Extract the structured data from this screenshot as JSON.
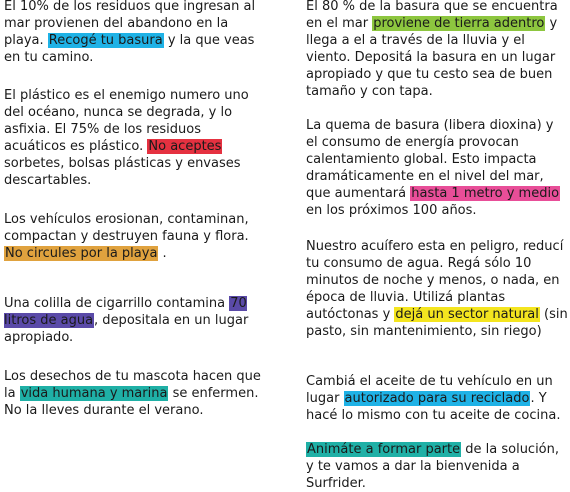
{
  "left": [
    {
      "segments": [
        {
          "text": "El 10% de los residuos que ingresan al mar provienen del abandono en la playa. "
        },
        {
          "text": "Recogé tu basura",
          "highlight": "blue"
        },
        {
          "text": " y la que veas en tu camino."
        }
      ]
    },
    {
      "segments": [
        {
          "text": "El plástico es el enemigo numero uno del océano, nunca se degrada, y lo asfixia. El 75% de los residuos acuáticos es plástico. "
        },
        {
          "text": "No aceptes",
          "highlight": "red"
        },
        {
          "text": " sorbetes, bolsas plásticas y envases descartables."
        }
      ]
    },
    {
      "segments": [
        {
          "text": "Los vehículos erosionan, contaminan, compactan y destruyen fauna y flora. "
        },
        {
          "text": "No circules por la playa",
          "highlight": "orange"
        },
        {
          "text": " ."
        }
      ]
    },
    {
      "segments": [
        {
          "text": "Una colilla de cigarrillo contamina "
        },
        {
          "text": "70 litros de agua",
          "highlight": "purple"
        },
        {
          "text": ", depositala en un lugar apropiado."
        }
      ]
    },
    {
      "segments": [
        {
          "text": "Los desechos de tu mascota hacen que la "
        },
        {
          "text": "vida humana y marina",
          "highlight": "teal"
        },
        {
          "text": " se enfermen. No la lleves durante el verano."
        }
      ]
    }
  ],
  "right": [
    {
      "segments": [
        {
          "text": "El 80 % de la basura que se encuentra en el mar "
        },
        {
          "text": "proviene de tierra adentro",
          "highlight": "green"
        },
        {
          "text": " y llega a el a través de la lluvia y el viento. Depositá la basura en un lugar apropiado y que tu cesto sea de buen tamaño y con tapa."
        }
      ]
    },
    {
      "segments": [
        {
          "text": "La quema de basura (libera dioxina) y el consumo de energía provocan calentamiento global. Esto impacta dramáticamente en el nivel del mar, que aumentará "
        },
        {
          "text": "hasta 1 metro y medio",
          "highlight": "pink"
        },
        {
          "text": " en los próximos 100 años."
        }
      ]
    },
    {
      "segments": [
        {
          "text": "Nuestro acuífero esta en peligro, reducí tu consumo de agua. Regá sólo 10 minutos de noche y menos, o nada, en época de lluvia. Utilizá plantas autóctonas y "
        },
        {
          "text": "dejá un sector natural",
          "highlight": "yellow"
        },
        {
          "text": " (sin pasto, sin mantenimiento, sin riego)"
        }
      ]
    },
    {
      "segments": [
        {
          "text": "Cambiá el aceite de tu vehículo en un lugar "
        },
        {
          "text": "autorizado para su reciclado",
          "highlight": "blue"
        },
        {
          "text": ". Y hacé lo mismo con tu aceite de cocina."
        }
      ]
    },
    {
      "segments": [
        {
          "text": "Animáte a formar parte",
          "highlight": "teal"
        },
        {
          "text": " de la solución, y te vamos a dar la bienvenida a Surfrider."
        }
      ]
    }
  ]
}
